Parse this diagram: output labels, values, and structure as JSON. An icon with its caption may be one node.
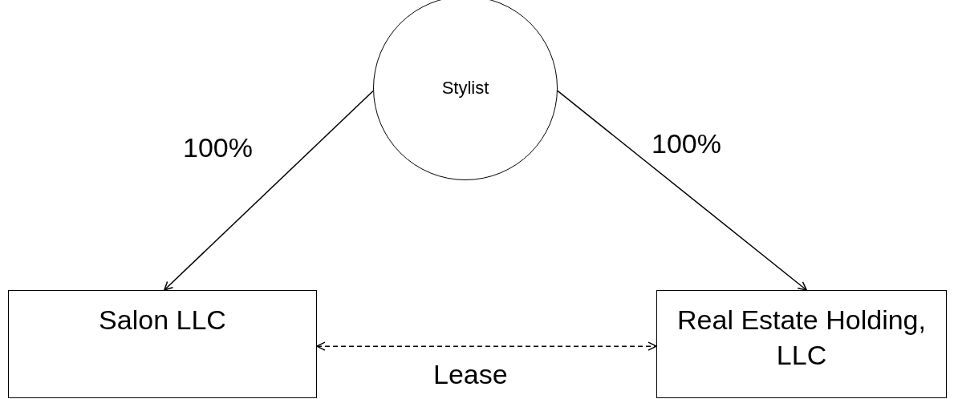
{
  "diagram": {
    "nodes": [
      {
        "text": [
          "Stylist"
        ]
      },
      {
        "text": [
          "Salon LLC"
        ]
      },
      {
        "text": [
          "Real Estate Holding, LLC"
        ]
      }
    ],
    "edges": [
      {
        "from": 0,
        "to": 1,
        "arrow": "to",
        "label": "100%"
      },
      {
        "from": 0,
        "to": 2,
        "arrow": "to",
        "label": "100%"
      },
      {
        "from": 1,
        "to": 2,
        "arrow": "both",
        "label": "Lease",
        "style": "dashed"
      }
    ]
  }
}
